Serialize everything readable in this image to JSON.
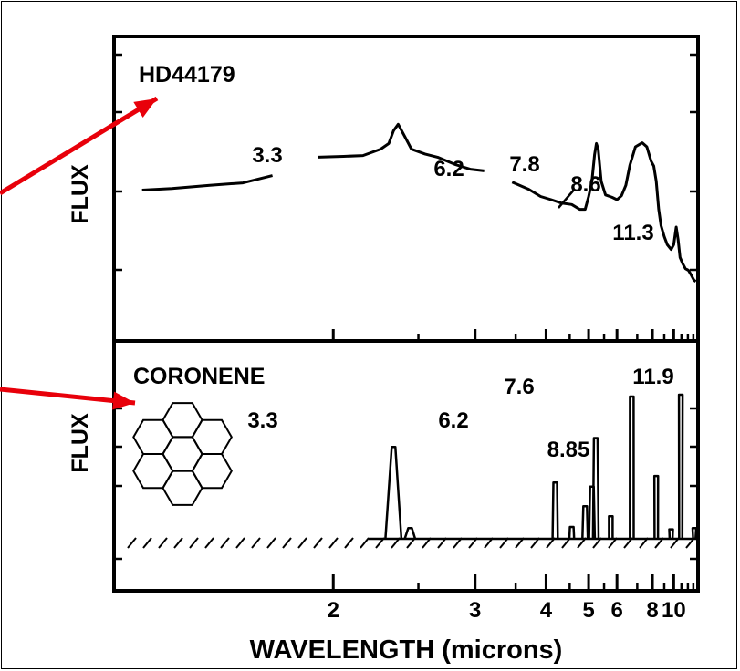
{
  "chart_data": [
    {
      "type": "line",
      "panel_label": "HD44179",
      "ylabel": "FLUX",
      "xlabel": "WAVELENGTH (microns)",
      "x_scale": "reciprocal",
      "xlim": [
        1.32,
        14.0
      ],
      "x_ticks": [
        2,
        3,
        4,
        5,
        6,
        8,
        10
      ],
      "x_tick_labels": [
        "2",
        "3",
        "4",
        "5",
        "6",
        "8",
        "10"
      ],
      "series": [
        {
          "segments": [
            [
              [
                1.38,
                1.04
              ],
              [
                1.45,
                1.06
              ],
              [
                1.55,
                1.1
              ],
              [
                1.65,
                1.13
              ],
              [
                1.75,
                1.22
              ]
            ],
            [
              [
                1.93,
                1.45
              ],
              [
                2.05,
                1.46
              ],
              [
                2.15,
                1.47
              ],
              [
                2.25,
                1.55
              ],
              [
                2.3,
                1.62
              ],
              [
                2.33,
                1.78
              ],
              [
                2.36,
                1.86
              ],
              [
                2.4,
                1.72
              ],
              [
                2.45,
                1.55
              ],
              [
                2.55,
                1.49
              ],
              [
                2.65,
                1.45
              ],
              [
                2.8,
                1.36
              ],
              [
                2.95,
                1.3
              ],
              [
                3.1,
                1.28
              ]
            ],
            [
              [
                3.45,
                1.14
              ],
              [
                3.7,
                1.05
              ],
              [
                3.9,
                0.96
              ],
              [
                4.1,
                0.92
              ],
              [
                4.3,
                0.88
              ],
              [
                4.55,
                0.86
              ],
              [
                4.75,
                0.8
              ],
              [
                4.9,
                0.8
              ],
              [
                5.0,
                0.96
              ],
              [
                5.1,
                1.15
              ],
              [
                5.18,
                1.48
              ],
              [
                5.24,
                1.62
              ],
              [
                5.3,
                1.55
              ],
              [
                5.4,
                1.15
              ],
              [
                5.55,
                0.98
              ],
              [
                5.8,
                0.95
              ],
              [
                6.0,
                0.92
              ],
              [
                6.2,
                0.97
              ],
              [
                6.4,
                1.1
              ],
              [
                6.6,
                1.35
              ],
              [
                6.9,
                1.58
              ],
              [
                7.3,
                1.63
              ],
              [
                7.6,
                1.58
              ],
              [
                7.9,
                1.4
              ],
              [
                8.1,
                1.34
              ],
              [
                8.3,
                1.15
              ],
              [
                8.5,
                0.8
              ],
              [
                8.7,
                0.6
              ],
              [
                9.0,
                0.46
              ],
              [
                9.3,
                0.36
              ],
              [
                9.7,
                0.3
              ],
              [
                10.0,
                0.36
              ],
              [
                10.3,
                0.58
              ],
              [
                10.55,
                0.42
              ],
              [
                10.8,
                0.2
              ],
              [
                11.2,
                0.12
              ],
              [
                11.6,
                0.06
              ],
              [
                12.1,
                0.04
              ],
              [
                12.6,
                -0.02
              ],
              [
                13.1,
                -0.08
              ],
              [
                13.5,
                -0.1
              ]
            ]
          ]
        }
      ],
      "annotations": [
        {
          "text": "3.3",
          "x": 2.36,
          "y": 1.86
        },
        {
          "text": "6.2",
          "x": 5.24,
          "y": 1.62
        },
        {
          "text": "7.8",
          "x": 7.3,
          "y": 1.63
        },
        {
          "text": "8.6",
          "x": 8.2,
          "y": 1.34
        },
        {
          "text": "11.3",
          "x": 10.3,
          "y": 0.58
        }
      ]
    },
    {
      "type": "line",
      "panel_label": "CORONENE",
      "ylabel": "FLUX",
      "x_scale": "reciprocal",
      "xlim": [
        1.32,
        14.0
      ],
      "series": [
        {
          "peaks": [
            {
              "x": 2.33,
              "height": 1.55,
              "width": 0.09
            },
            {
              "x": 2.44,
              "height": 0.18,
              "width": 0.06
            },
            {
              "x": 4.18,
              "height": 0.95,
              "width": 0.07
            },
            {
              "x": 4.55,
              "height": 0.2,
              "width": 0.07
            },
            {
              "x": 4.9,
              "height": 0.55,
              "width": 0.1
            },
            {
              "x": 5.1,
              "height": 0.88,
              "width": 0.12
            },
            {
              "x": 5.22,
              "height": 1.7,
              "width": 0.12
            },
            {
              "x": 5.75,
              "height": 0.38,
              "width": 0.07
            },
            {
              "x": 6.7,
              "height": 2.4,
              "width": 0.11
            },
            {
              "x": 8.3,
              "height": 1.06,
              "width": 0.13
            },
            {
              "x": 9.7,
              "height": 0.16,
              "width": 0.12
            },
            {
              "x": 10.9,
              "height": 2.43,
              "width": 0.18
            },
            {
              "x": 13.2,
              "height": 0.18,
              "width": 0.12
            }
          ]
        }
      ],
      "annotations": [
        {
          "text": "3.3",
          "x": 2.33,
          "y": 1.55
        },
        {
          "text": "6.2",
          "x": 5.22,
          "y": 1.7
        },
        {
          "text": "7.6",
          "x": 6.7,
          "y": 2.4
        },
        {
          "text": "8.85",
          "x": 8.3,
          "y": 1.06
        },
        {
          "text": "11.9",
          "x": 10.9,
          "y": 2.43
        }
      ]
    }
  ],
  "colors": {
    "line": "#000000",
    "arrow": "#e8000a",
    "background": "#ffffff"
  }
}
